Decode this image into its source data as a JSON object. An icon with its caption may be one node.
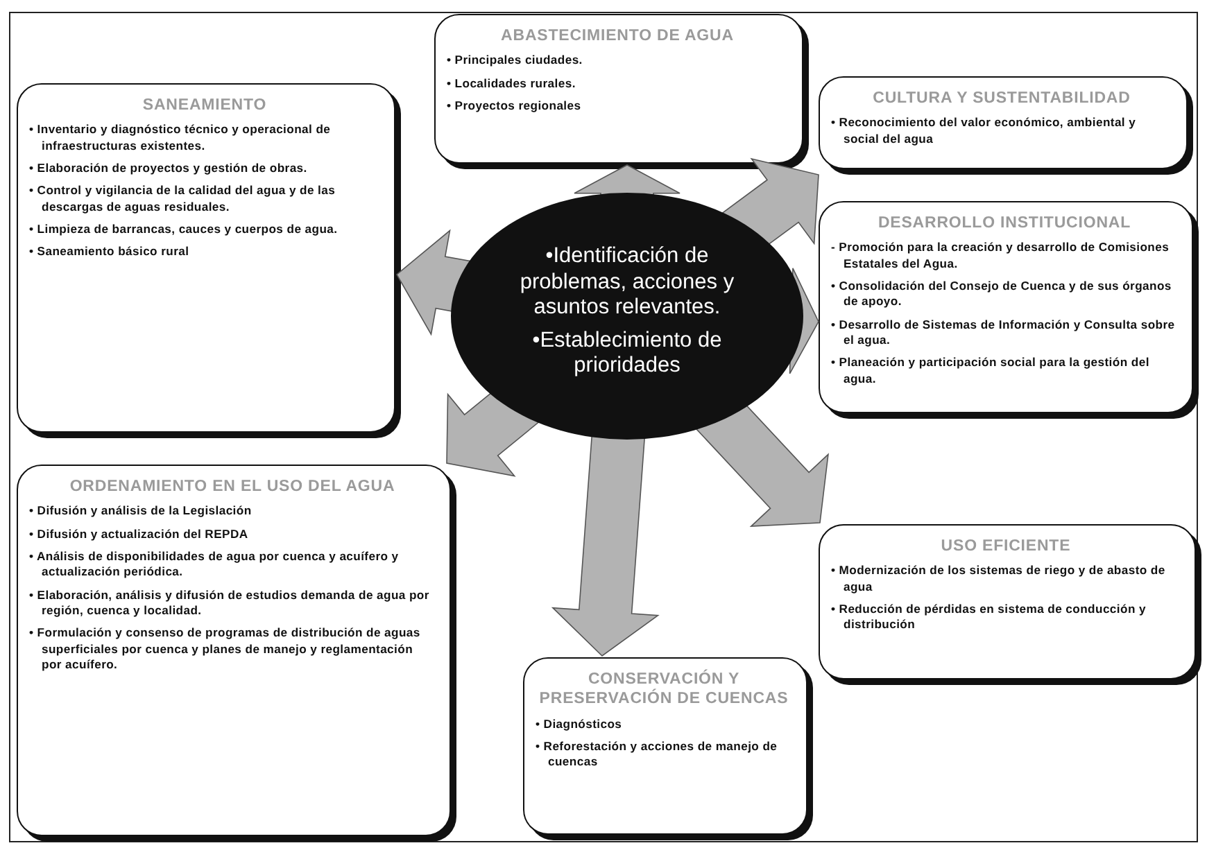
{
  "diagram": {
    "nodes": [
      {
        "text": [
          "ABASTECIMIENTO DE AGUA",
          "• Principales ciudades.",
          "• Localidades rurales.",
          "• Proyectos regionales"
        ]
      },
      {
        "text": [
          "SANEAMIENTO",
          "• Inventario y diagnóstico técnico y operacional de infraestructuras existentes.",
          "• Elaboración de proyectos y gestión de obras.",
          "• Control y vigilancia de la calidad del agua y de las descargas de aguas residuales.",
          "• Limpieza de barrancas, cauces y cuerpos de agua.",
          "• Saneamiento básico rural"
        ]
      },
      {
        "text": [
          "CULTURA Y SUSTENTABILIDAD",
          "• Reconocimiento del valor económico, ambiental y social del agua"
        ]
      },
      {
        "text": [
          "•Identificación de problemas, acciones y  asuntos relevantes.",
          "•Establecimiento de prioridades"
        ]
      },
      {
        "text": [
          "DESARROLLO INSTITUCIONAL",
          "- Promoción para la creación y desarrollo de Comisiones Estatales del Agua.",
          "• Consolidación del Consejo de Cuenca y de sus órganos de apoyo.",
          "• Desarrollo de Sistemas de Información y Consulta sobre el agua.",
          "• Planeación y participación social para la gestión del agua."
        ]
      },
      {
        "text": [
          "ORDENAMIENTO EN EL USO DEL AGUA",
          "• Difusión y análisis de la Legislación",
          "• Difusión y actualización del REPDA",
          "• Análisis de disponibilidades de agua por cuenca y acuífero y actualización periódica.",
          "• Elaboración, análisis y difusión de estudios demanda de agua por región, cuenca y localidad.",
          "• Formulación y consenso de programas de distribución de aguas superficiales por cuenca y planes de manejo y reglamentación por acuífero."
        ]
      },
      {
        "text": [
          "USO EFICIENTE",
          "• Modernización de los sistemas de riego y de abasto de agua",
          "• Reducción de pérdidas en sistema de conducción y distribución"
        ]
      },
      {
        "text": [
          "CONSERVACIÓN Y PRESERVACIÓN DE CUENCAS",
          "• Diagnósticos",
          "• Reforestación y acciones de manejo de cuencas"
        ]
      }
    ],
    "edges": [
      {
        "from": 3,
        "to": 0,
        "arrow": "to"
      },
      {
        "from": 3,
        "to": 1,
        "arrow": "to"
      },
      {
        "from": 3,
        "to": 2,
        "arrow": "to"
      },
      {
        "from": 3,
        "to": 4,
        "arrow": "to"
      },
      {
        "from": 3,
        "to": 6,
        "arrow": "to"
      },
      {
        "from": 3,
        "to": 7,
        "arrow": "to"
      },
      {
        "from": 3,
        "to": 5,
        "arrow": "to"
      }
    ]
  }
}
